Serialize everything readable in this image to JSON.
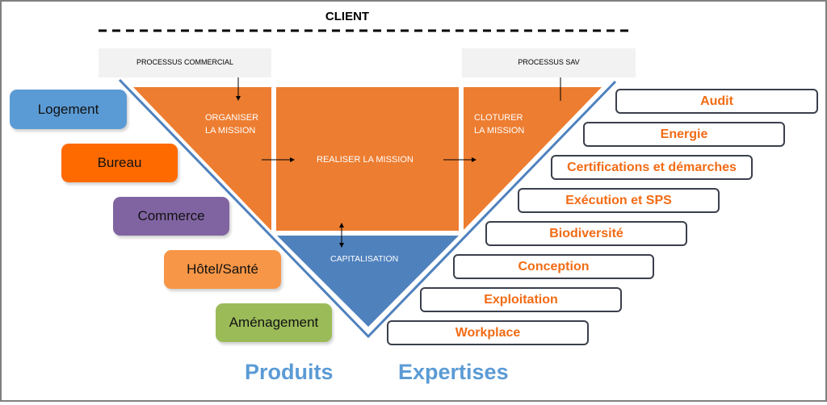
{
  "header": {
    "client_label": "CLIENT"
  },
  "processes": {
    "commercial": "PROCESSUS COMMERCIAL",
    "sav": "PROCESSUS SAV"
  },
  "phases": {
    "organiser": [
      "ORGANISER",
      "LA MISSION"
    ],
    "realiser": "REALISER LA MISSION",
    "cloturer": [
      "CLOTURER",
      "LA MISSION"
    ],
    "capitalisation": "CAPITALISATION"
  },
  "produits": {
    "title": "Produits",
    "items": [
      {
        "label": "Logement",
        "color": "#5b9bd5"
      },
      {
        "label": "Bureau",
        "color": "#ff6a00"
      },
      {
        "label": "Commerce",
        "color": "#8064a2"
      },
      {
        "label": "Hôtel/Santé",
        "color": "#f79646"
      },
      {
        "label": "Aménagement",
        "color": "#9bbb59"
      }
    ]
  },
  "expertises": {
    "title": "Expertises",
    "items": [
      "Audit",
      "Energie",
      "Certifications et démarches",
      "Exécution et SPS",
      "Biodiversité",
      "Conception",
      "Exploitation",
      "Workplace"
    ]
  },
  "colors": {
    "orange_phase": "#ed7d31",
    "blue_capitalisation": "#4f81bd",
    "v_outline": "#4f81bd",
    "expertise_text": "#f26b14",
    "section_title": "#5b9bd5"
  }
}
